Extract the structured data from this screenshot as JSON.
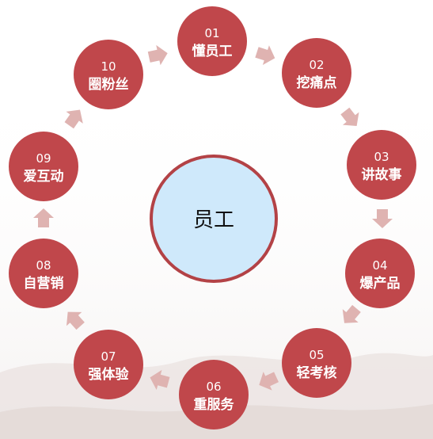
{
  "diagram": {
    "center_label": "员工",
    "steps": [
      {
        "num": "01",
        "label": "懂员工"
      },
      {
        "num": "02",
        "label": "挖痛点"
      },
      {
        "num": "03",
        "label": "讲故事"
      },
      {
        "num": "04",
        "label": "爆产品"
      },
      {
        "num": "05",
        "label": "轻考核"
      },
      {
        "num": "06",
        "label": "重服务"
      },
      {
        "num": "07",
        "label": "强体验"
      },
      {
        "num": "08",
        "label": "自营销"
      },
      {
        "num": "09",
        "label": "爱互动"
      },
      {
        "num": "10",
        "label": "圈粉丝"
      }
    ],
    "colors": {
      "node": "#c0474b",
      "arrow": "#dfb3b1",
      "center_fill": "#cfe9fb",
      "center_border": "#b34246"
    }
  }
}
